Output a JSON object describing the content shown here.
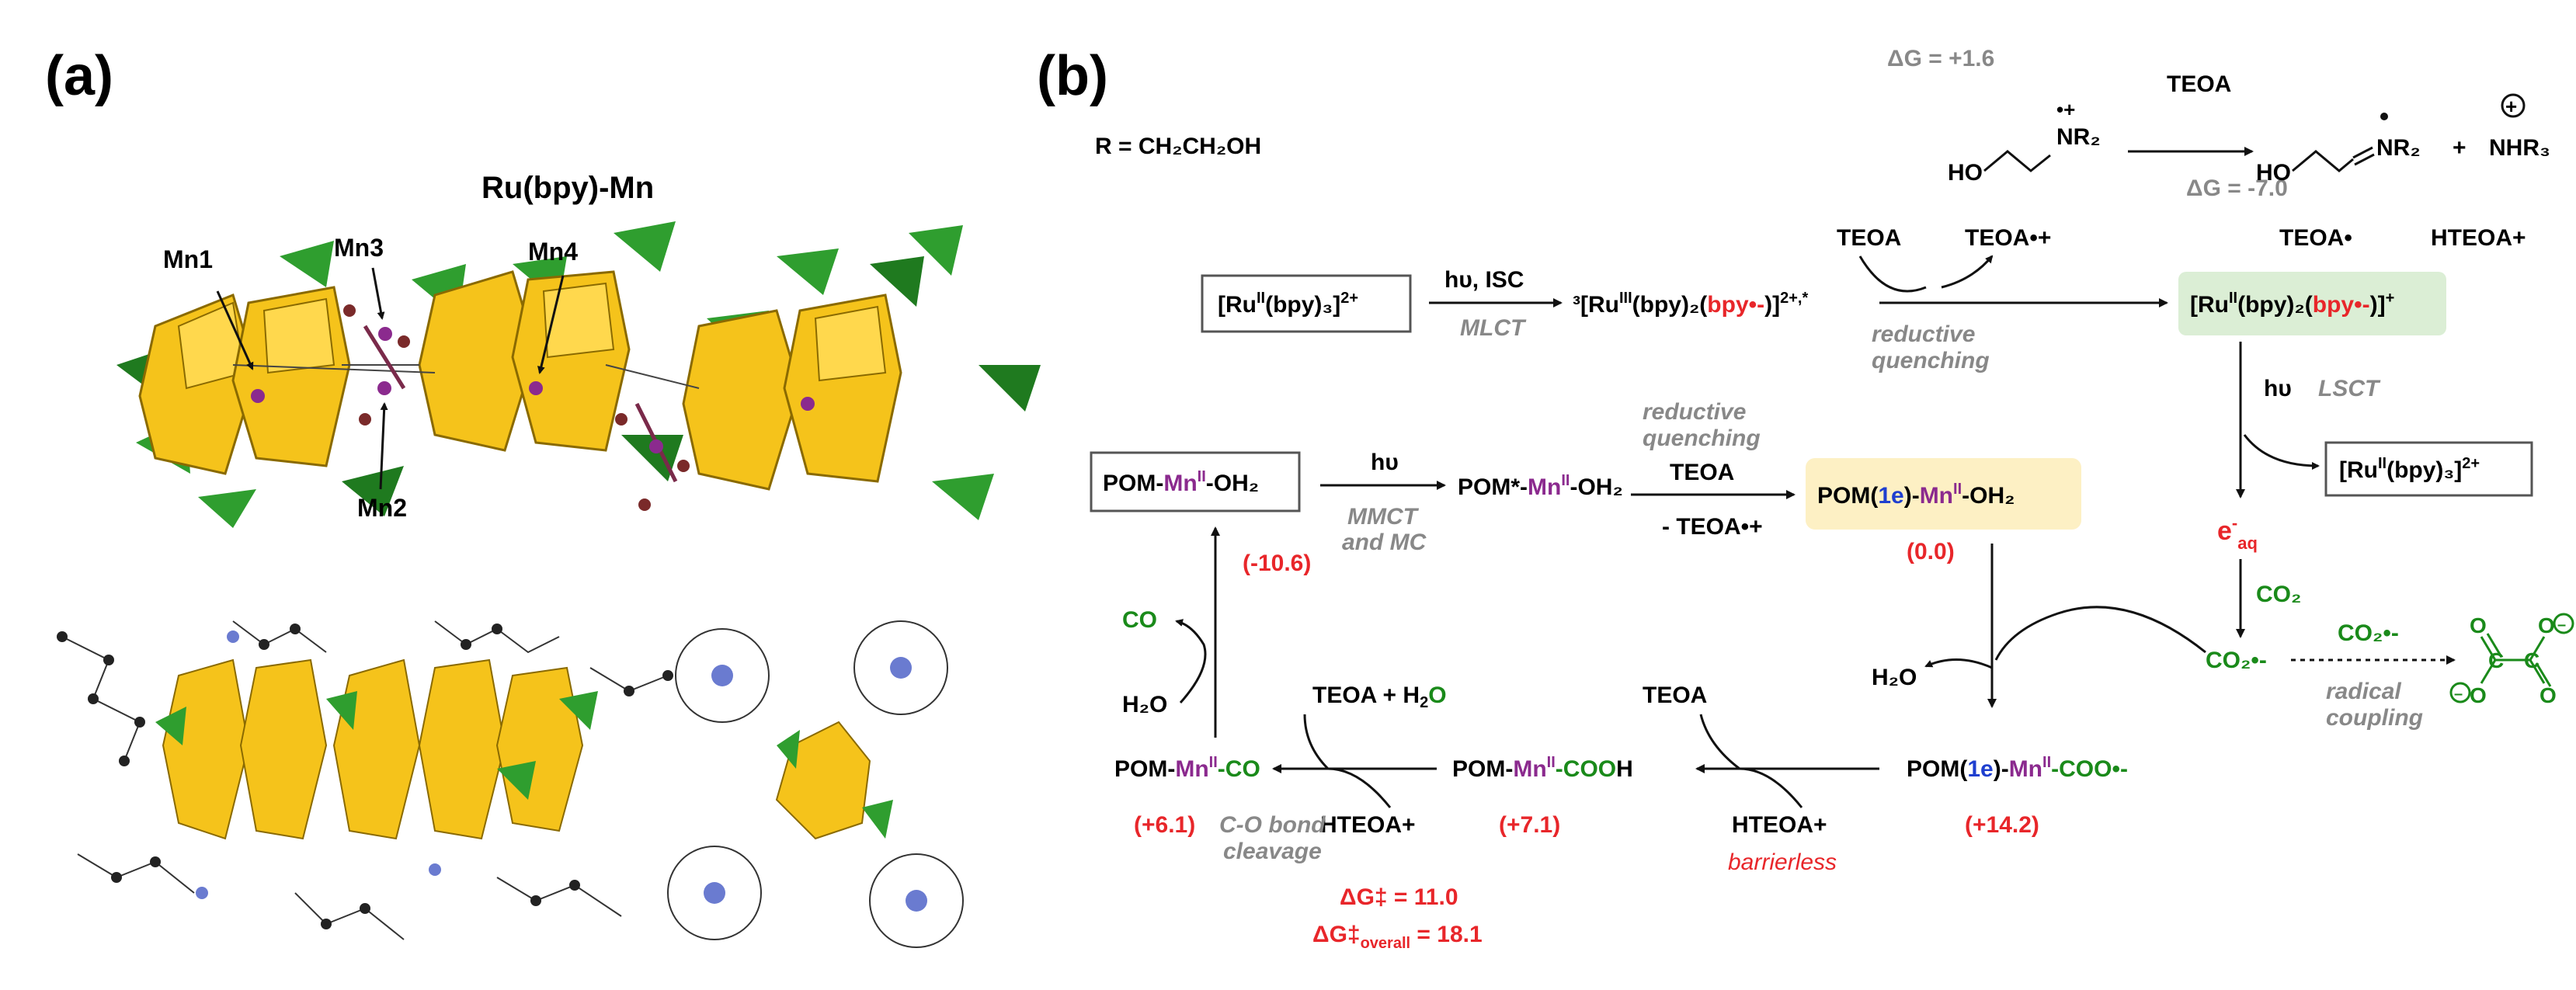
{
  "panels": {
    "a": "(a)",
    "b": "(b)"
  },
  "colors": {
    "red": "#e8262a",
    "purple": "#8b2a8e",
    "green": "#1a8a1a",
    "blue": "#1f3fcf",
    "gray": "#888888",
    "yellow_box": "#fdf0c4",
    "green_box": "#dbeed5",
    "poly_yellow": "#f5c31b",
    "poly_green": "#2f9e2f"
  },
  "panel_a": {
    "title": "Ru(bpy)-Mn",
    "labels": {
      "mn1": "Mn1",
      "mn2": "Mn2",
      "mn3": "Mn3",
      "mn4": "Mn4"
    }
  },
  "panel_b": {
    "r_def": "R = CH₂CH₂OH",
    "dg_plus": "ΔG = +1.6",
    "dg_minus": "ΔG = -7.0",
    "teoa": "TEOA",
    "teoa_rad_cat": "TEOA•+",
    "teoa_rad": "TEOA•",
    "hteoa": "HTEOA+",
    "ho": "HO",
    "nr2": "NR₂",
    "nhr3": "NHR₃",
    "plus": "+",
    "ru2": "[Ru",
    "ru2_sup": "II",
    "ru2_tail": "(bpy)₃]",
    "ru2_charge": "2+",
    "hv_isc": "hυ, ISC",
    "mlct": "MLCT",
    "excited": "³[Ru",
    "excited_sup": "III",
    "excited_mid": "(bpy)₂(",
    "bpy_rad": "bpy•-",
    "excited_tail": ")]",
    "excited_charge": "2+,*",
    "reductive": "reductive",
    "quenching": "quenching",
    "reduced_head": "[Ru",
    "reduced_sup": "II",
    "reduced_mid": "(bpy)₂(",
    "reduced_tail": ")]",
    "reduced_charge": "+",
    "hv": "hυ",
    "lsct": "LSCT",
    "eaq": "e",
    "eaq_sup": "-",
    "eaq_sub": "aq",
    "co2": "CO₂",
    "co2_rad": "CO₂•-",
    "radical": "radical",
    "coupling": "coupling",
    "pom": "POM",
    "mn": "Mn",
    "mn_sup": "II",
    "oh2": "-OH₂",
    "pom_star": "POM*-",
    "mmct": "MMCT",
    "and_mc": "and MC",
    "minus_teoa": "- TEOA•+",
    "pom1e": "POM(",
    "one_e": "1e",
    "pom1e_close": ")-",
    "e00": "(0.0)",
    "e106": "(-10.6)",
    "e61": "(+6.1)",
    "e71": "(+7.1)",
    "e142": "(+14.2)",
    "co": "CO",
    "h2o": "H₂O",
    "teoa_h2o": "TEOA + H₂O",
    "co_suffix": "-CO",
    "cooh_c": "-COO",
    "cooh_h": "H",
    "coo_rad": "-COO•-",
    "co_bond": "C-O bond",
    "cleavage": "cleavage",
    "barrierless": "barrierless",
    "dg_ts": "ΔG‡ = 11.0",
    "dg_ts_overall_a": "ΔG‡",
    "dg_ts_overall_sub": "overall",
    "dg_ts_overall_b": " = 18.1"
  }
}
